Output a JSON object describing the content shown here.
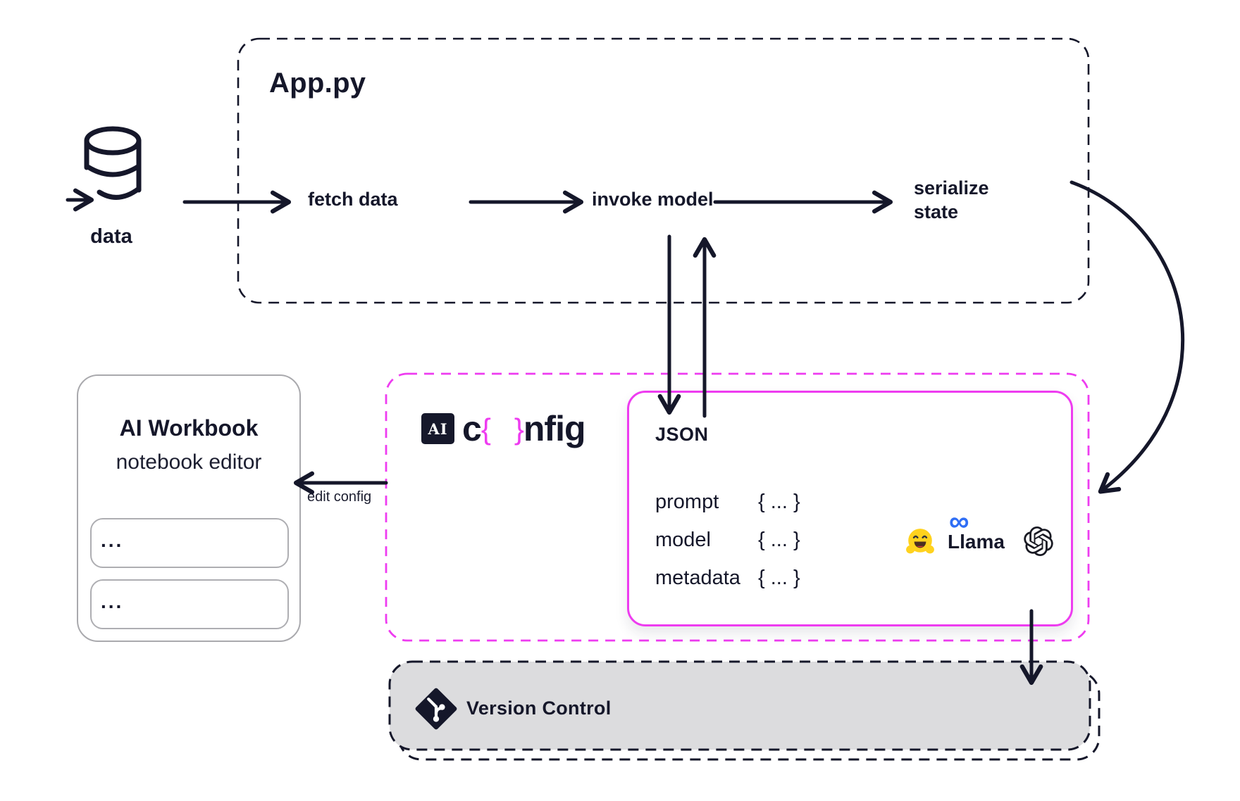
{
  "app_box": {
    "title": "App.py",
    "steps": [
      "fetch data",
      "invoke model",
      "serialize state"
    ]
  },
  "data_source": {
    "label": "data"
  },
  "config_box": {
    "logo_badge": "AI",
    "logo_prefix": "c",
    "logo_brace_open": "{",
    "logo_brace_close": "}",
    "logo_suffix": "nfig"
  },
  "json_box": {
    "heading": "JSON",
    "rows": [
      {
        "key": "prompt",
        "value": "{ ... }"
      },
      {
        "key": "model",
        "value": "{ ... }"
      },
      {
        "key": "metadata",
        "value": "{ ... }"
      }
    ],
    "providers": {
      "huggingface_icon": "hugging-face-emoji",
      "meta_logo": "∞",
      "llama_label": "Llama",
      "openai_icon": "openai-logo"
    }
  },
  "workbook": {
    "title": "AI Workbook",
    "subtitle": "notebook editor",
    "cells": [
      "...",
      "..."
    ]
  },
  "labels": {
    "edit_config": "edit config"
  },
  "version_control": {
    "label": "Version Control"
  },
  "colors": {
    "accent": "#ee3cf0",
    "ink": "#15172a",
    "meta_blue": "#2f6ef5",
    "vc_fill": "#dcdcde"
  }
}
